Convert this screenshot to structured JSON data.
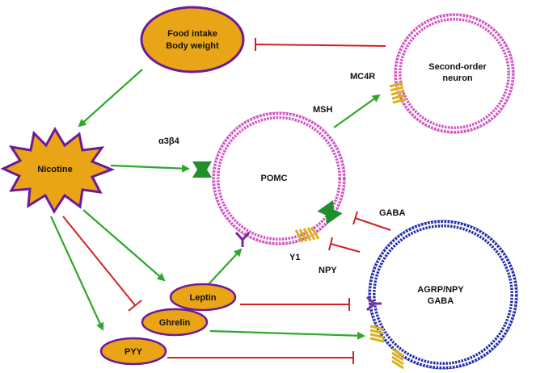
{
  "nodes": {
    "food_intake": {
      "line1": "Food intake",
      "line2": "Body weight"
    },
    "nicotine": "Nicotine",
    "second_order": {
      "line1": "Second-order",
      "line2": "neuron"
    },
    "pomc": "POMC",
    "agrp": {
      "line1": "AGRP/NPY",
      "line2": "GABA"
    },
    "leptin": "Leptin",
    "ghrelin": "Ghrelin",
    "pyy": "PYY"
  },
  "labels": {
    "a3b4": "α3β4",
    "msh": "MSH",
    "mc4r": "MC4R",
    "gaba": "GABA",
    "npy": "NPY",
    "y1": "Y1"
  },
  "colors": {
    "activation_arrow": "#2ea82a",
    "inhibition_bar": "#d42020",
    "node_fill": "#eaa516",
    "node_border": "#6a1b9a",
    "pomc_membrane": "#d24fc2",
    "agrp_membrane": "#1f2aa8",
    "receptor_green": "#1f8f2a",
    "receptor_yellow": "#d9b21c",
    "receptor_purple": "#7a2aa0"
  }
}
